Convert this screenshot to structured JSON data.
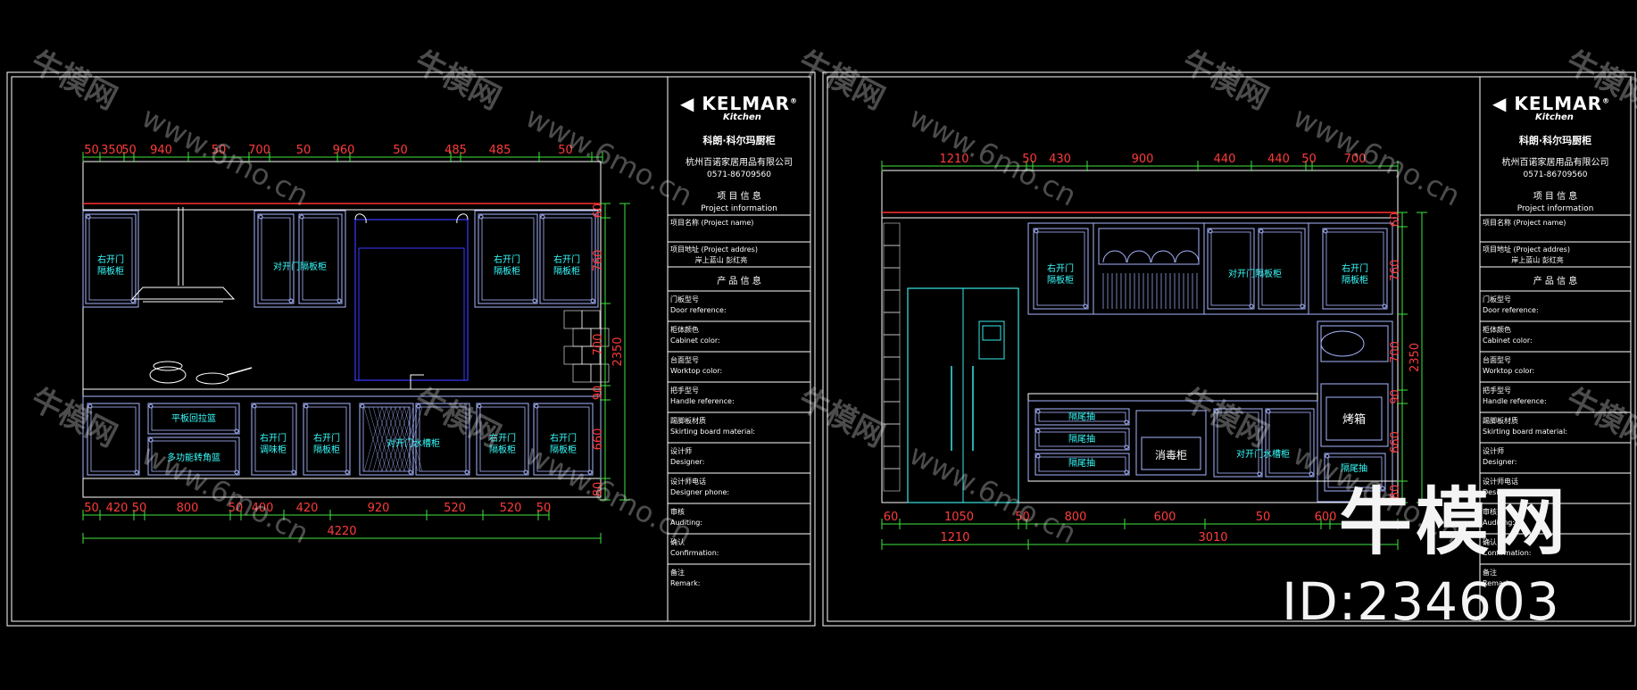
{
  "panels": [
    {
      "dims_top": [
        "50",
        "350",
        "50",
        "940",
        "50",
        "700",
        "50",
        "960",
        "50",
        "485",
        "485",
        "50"
      ],
      "cabinet_labels": [
        "右开门\n隔板柜",
        "对开门隔板柜",
        "右开门\n隔板柜",
        "右开门\n隔板柜",
        "平板回拉篮",
        "多功能转角篮",
        "右开门\n调味柜",
        "右开门\n隔板柜",
        "对开门水槽柜",
        "右开门\n隔板柜",
        "右开门\n隔板柜"
      ],
      "dims_right": [
        "60",
        "760",
        "700",
        "90",
        "660",
        "80"
      ],
      "dim_total_height": "2350",
      "dims_bottom": [
        "50",
        "420",
        "50",
        "800",
        "50",
        "400",
        "420",
        "920",
        "520",
        "520",
        "50"
      ],
      "dim_total_width": "4220"
    },
    {
      "dims_top": [
        "1210",
        "50",
        "430",
        "900",
        "440",
        "440",
        "50",
        "700"
      ],
      "cabinet_labels": [
        "右开门\n隔板柜",
        "对开门隔板柜",
        "右开门\n隔板柜",
        "隔尾抽",
        "隔尾抽",
        "隔尾抽",
        "对开门水槽柜",
        "隔尾抽",
        "消毒柜",
        "烤箱"
      ],
      "dims_right": [
        "60",
        "760",
        "700",
        "90",
        "660",
        "80"
      ],
      "dim_total_height": "2350",
      "dims_bottom": [
        "60",
        "1050",
        "50",
        "800",
        "600",
        "50",
        "600"
      ],
      "dims_bottom_total": [
        "1210",
        "3010"
      ]
    }
  ],
  "title_block": {
    "brand": "KELMAR",
    "brand_sub": "Kitchen",
    "brand_cn": "科朗·科尔玛厨柜",
    "company": "杭州百诺家居用品有限公司",
    "phone": "0571-86709560",
    "project_info_cn": "项 目 信 息",
    "project_info_en": "Project information",
    "project_name": "项目名称 (Project name)",
    "project_address": "项目地址 (Project addres)",
    "address_value": "岸上蓝山 彭红亮",
    "product_info": "产 品 信 息",
    "fields": [
      {
        "cn": "门板型号",
        "en": "Door reference:"
      },
      {
        "cn": "柜体颜色",
        "en": "Cabinet color:"
      },
      {
        "cn": "台面型号",
        "en": "Worktop color:"
      },
      {
        "cn": "把手型号",
        "en": "Handle reference:"
      },
      {
        "cn": "踢脚板材质",
        "en": "Skirting board material:"
      },
      {
        "cn": "设计师",
        "en": "Designer:"
      },
      {
        "cn": "设计师电话",
        "en": "Designer phone:"
      },
      {
        "cn": "审核",
        "en": "Auditing:"
      },
      {
        "cn": "确认",
        "en": "Confirmation:"
      },
      {
        "cn": "备注",
        "en": "Remark:"
      }
    ]
  },
  "watermark": {
    "cn": "牛模网",
    "url": "www.6mo.cn",
    "big_logo": "牛模网",
    "id": "ID:234603"
  },
  "colors": {
    "background": "#000000",
    "frame": "#ffffff",
    "cabinet": "#a9b6ff",
    "label": "#38ffff",
    "dimension_text": "#ff3b3b",
    "dimension_line": "#3fe43f",
    "sink": "#3a3aff",
    "fridge": "#39e7e7",
    "counter_line": "#ff3030"
  }
}
